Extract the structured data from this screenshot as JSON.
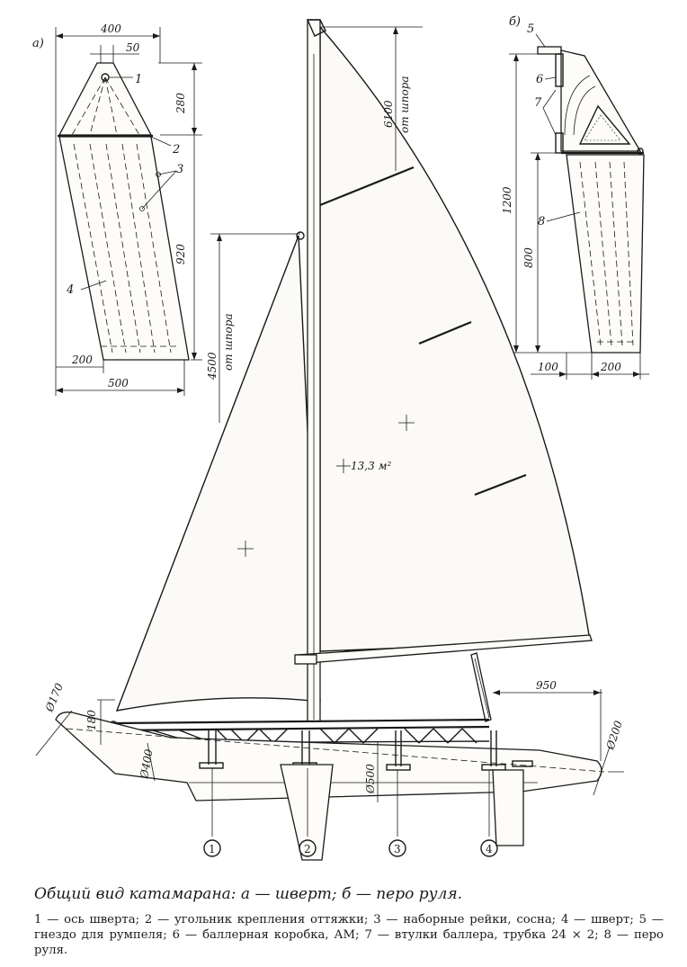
{
  "figure": {
    "panel_a": "a)",
    "panel_b": "б)",
    "caption": "Общий вид катамарана: а — шверт; б — перо руля."
  },
  "centerboard": {
    "width_top": "400",
    "axle_offset": "50",
    "head_height": "280",
    "blade_height": "920",
    "tip_width": "200",
    "bottom_width": "500",
    "labels": [
      "1",
      "2",
      "3",
      "4"
    ]
  },
  "rudder": {
    "label_5": "5",
    "label_6": "6",
    "label_7": "7",
    "label_8": "8",
    "height_total": "1200",
    "blade_height": "800",
    "offset": "100",
    "blade_width": "200"
  },
  "boat": {
    "mast_height": "6100",
    "mast_height_note": "от шпора",
    "jib_height": "4500",
    "jib_height_note": "от шпора",
    "sail_area": "13,3 м²",
    "bow_diameter": "Ø170",
    "bow_rise": "180",
    "hull_diameter_fwd": "Ø400",
    "hull_diameter_mid": "Ø500",
    "stern_diameter": "Ø200",
    "rudder_overhang": "950",
    "stations": [
      "1",
      "2",
      "3",
      "4"
    ]
  },
  "legend": [
    "1 — ось шверта;",
    "2 — угольник крепления оттяжки;",
    "3 — наборные рейки, сосна;",
    "4 — шверт;",
    "5 — гнездо для румпеля;",
    "6 — баллерная коробка, АМ;",
    "7 — втулки баллера, трубка 24 × 2;",
    "8 — перо руля."
  ]
}
